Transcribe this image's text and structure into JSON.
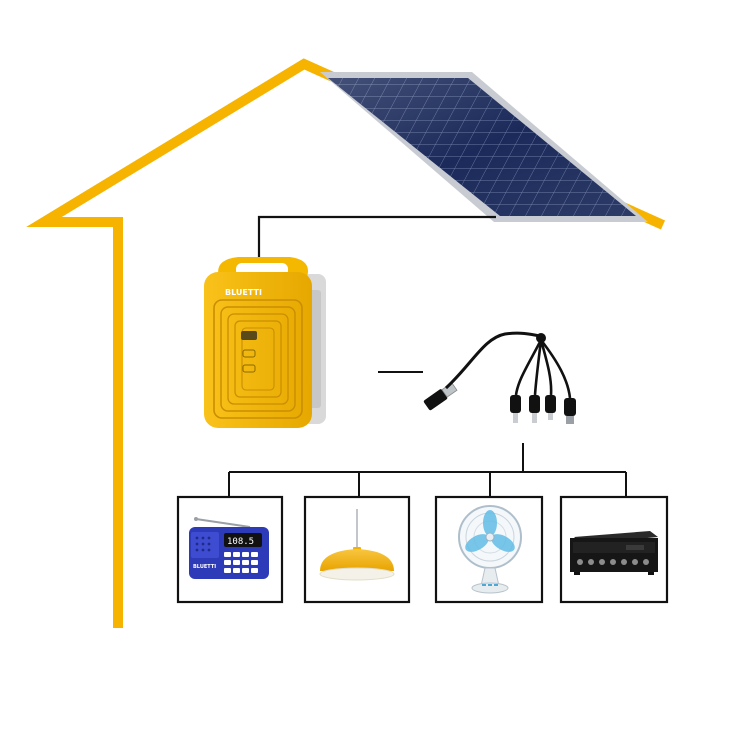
{
  "diagram": {
    "title": "",
    "colors": {
      "house_outline": "#F6B400",
      "wire": "#111111",
      "station_body": "#F5B800",
      "station_side": "#D9D9D9",
      "panel_cells": "#1B2A5A",
      "panel_frame": "#C8CCD2",
      "box_border": "#111111"
    },
    "nodes": {
      "solar_panel": {
        "icon": "solar-panel-icon"
      },
      "power_station": {
        "icon": "power-station-icon",
        "brand": "BLUETTI"
      },
      "usb_cable": {
        "icon": "usb-multi-cable-icon"
      }
    },
    "appliances": [
      {
        "name": "radio",
        "icon": "radio-icon",
        "brand": "BLUETTI",
        "display": "108.5"
      },
      {
        "name": "lamp",
        "icon": "pendant-lamp-icon"
      },
      {
        "name": "fan",
        "icon": "desk-fan-icon"
      },
      {
        "name": "amplifier",
        "icon": "amplifier-icon"
      }
    ]
  }
}
